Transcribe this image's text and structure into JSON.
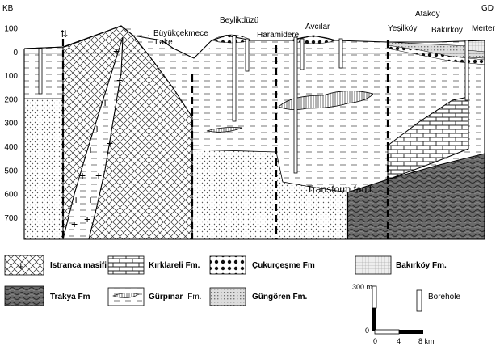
{
  "corner_labels": {
    "left": "KB",
    "right": "GD"
  },
  "depth_ticks": [
    "100",
    "0",
    "100",
    "200",
    "300",
    "400",
    "500",
    "600",
    "700"
  ],
  "places": {
    "buyukcekmece": "Büyükçekmece",
    "lake": "Lake",
    "beylikduzu": "Beylikdüzü",
    "haramidere": "Haramidere",
    "avcilar": "Avcılar",
    "yesilkoy": "Yeşilköy",
    "atakoy": "Ataköy",
    "bakirkoy": "Bakırköy",
    "merter": "Merter"
  },
  "fault_symbol": "⇅",
  "transform_fault_label": "Transform fault",
  "legend": {
    "istranca": "Istranca masifi",
    "kirklareli": "Kırklareli Fm.",
    "cukurcesme": "Çukurçeşme Fm",
    "bakirkoy_fm": "Bakırköy Fm.",
    "trakya": "Trakya Fm",
    "gurpinar": "Gürpınar",
    "gurpinar_suffix": "Fm.",
    "gungoren": "Güngören Fm.",
    "borehole": "Borehole"
  },
  "scale": {
    "vertical_label": "300 m",
    "vertical_zero": "0",
    "horizontal_ticks": [
      "0",
      "4",
      "8 km"
    ]
  }
}
